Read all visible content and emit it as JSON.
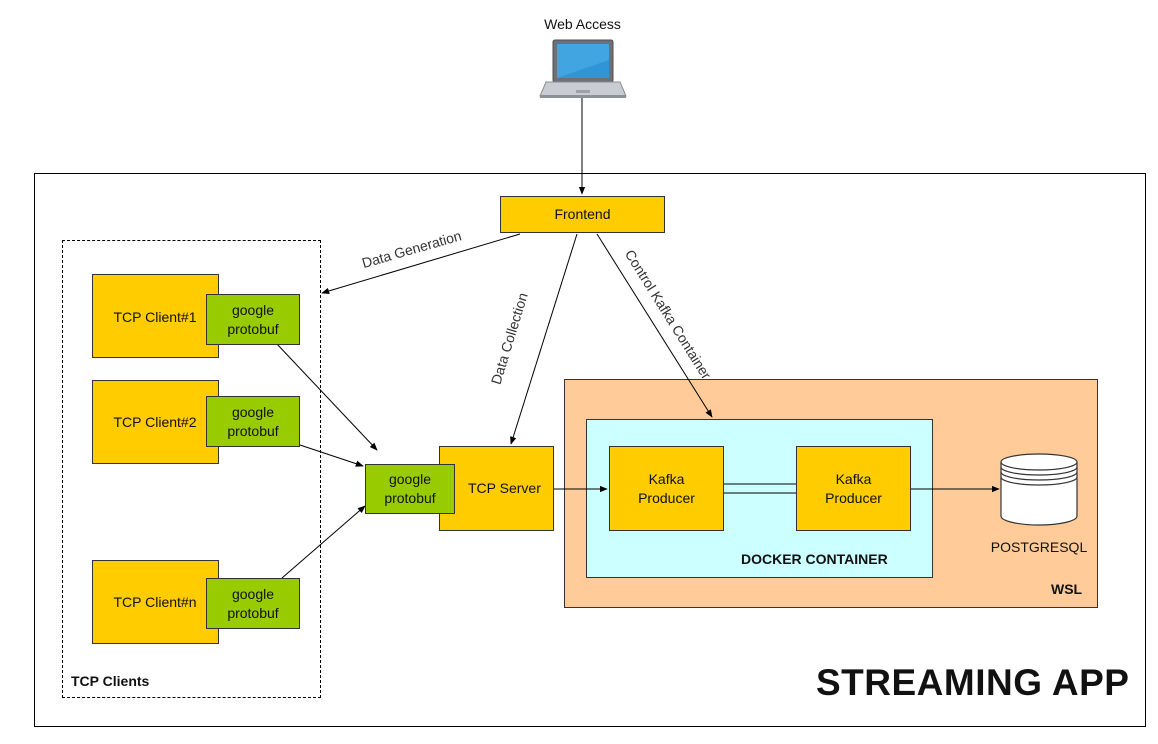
{
  "web_access": {
    "label": "Web Access"
  },
  "frontend": {
    "label": "Frontend"
  },
  "app": {
    "label": "STREAMING APP"
  },
  "tcp_clients": {
    "group_label": "TCP Clients",
    "clients": [
      {
        "label": "TCP Client#1",
        "protobuf": "google\nprotobuf"
      },
      {
        "label": "TCP Client#2",
        "protobuf": "google\nprotobuf"
      },
      {
        "label": "TCP Client#n",
        "protobuf": "google\nprotobuf"
      }
    ]
  },
  "tcp_server": {
    "label": "TCP Server",
    "protobuf": "google\nprotobuf"
  },
  "wsl": {
    "label": "WSL"
  },
  "docker": {
    "label": "DOCKER CONTAINER",
    "producers": [
      {
        "label": "Kafka\nProducer"
      },
      {
        "label": "Kafka\nProducer"
      }
    ]
  },
  "database": {
    "label": "POSTGRESQL"
  },
  "edges": {
    "data_generation": "Data Generation",
    "data_collection": "Data Collection",
    "control_kafka": "Control Kafka Container"
  },
  "colors": {
    "yellow": "#ffcc00",
    "green": "#99cc00",
    "wsl": "#ffcc99",
    "docker": "#ccffff"
  }
}
